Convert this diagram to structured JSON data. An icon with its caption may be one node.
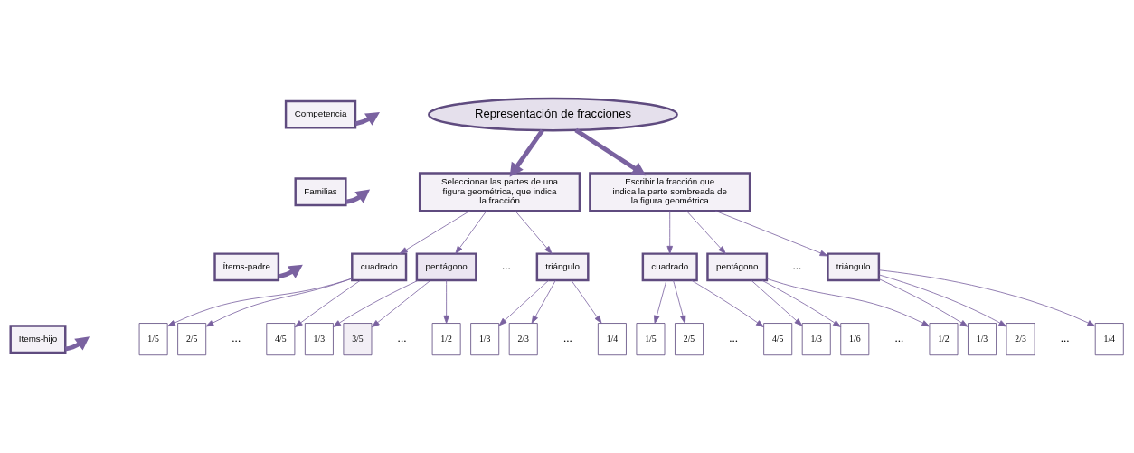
{
  "diagram": {
    "nodes": [
      {
        "text": [
          "Competencia"
        ]
      },
      {
        "text": [
          "Familias"
        ]
      },
      {
        "text": [
          "Ítems-padre"
        ]
      },
      {
        "text": [
          "Ítems-hijo"
        ]
      },
      {
        "text": [
          "Representación de fracciones"
        ]
      },
      {
        "text": [
          "Seleccionar las partes de una figura geométrica, que indica la fracción"
        ]
      },
      {
        "text": [
          "Escribir la fracción que indica la parte sombreada de la figura geométrica"
        ]
      },
      {
        "text": [
          "cuadrado"
        ]
      },
      {
        "text": [
          "pentágono"
        ]
      },
      {
        "text": [
          "triángulo"
        ]
      },
      {
        "text": [
          "cuadrado"
        ]
      },
      {
        "text": [
          "pentágono"
        ]
      },
      {
        "text": [
          "triángulo"
        ]
      },
      {
        "text": [
          "1/5"
        ]
      },
      {
        "text": [
          "2/5"
        ]
      },
      {
        "text": [
          "4/5"
        ]
      },
      {
        "text": [
          "1/3"
        ]
      },
      {
        "text": [
          "3/5"
        ]
      },
      {
        "text": [
          "1/2"
        ]
      },
      {
        "text": [
          "1/3"
        ]
      },
      {
        "text": [
          "2/3"
        ]
      },
      {
        "text": [
          "1/4"
        ]
      },
      {
        "text": [
          "1/5"
        ]
      },
      {
        "text": [
          "2/5"
        ]
      },
      {
        "text": [
          "4/5"
        ]
      },
      {
        "text": [
          "1/3"
        ]
      },
      {
        "text": [
          "1/6"
        ]
      },
      {
        "text": [
          "1/2"
        ]
      },
      {
        "text": [
          "1/3"
        ]
      },
      {
        "text": [
          "2/3"
        ]
      },
      {
        "text": [
          "1/4"
        ]
      }
    ],
    "edges": [
      {
        "from": 0,
        "to": null,
        "arrow": "to",
        "style": "thick"
      },
      {
        "from": 1,
        "to": null,
        "arrow": "to",
        "style": "thick"
      },
      {
        "from": 2,
        "to": null,
        "arrow": "to",
        "style": "thick"
      },
      {
        "from": 3,
        "to": null,
        "arrow": "to",
        "style": "thick"
      },
      {
        "from": 4,
        "to": 5,
        "arrow": "to",
        "style": "thick"
      },
      {
        "from": 4,
        "to": 6,
        "arrow": "to",
        "style": "thick"
      },
      {
        "from": 5,
        "to": 7,
        "arrow": "to"
      },
      {
        "from": 5,
        "to": 8,
        "arrow": "to"
      },
      {
        "from": 5,
        "to": 9,
        "arrow": "to"
      },
      {
        "from": 6,
        "to": 10,
        "arrow": "to"
      },
      {
        "from": 6,
        "to": 11,
        "arrow": "to"
      },
      {
        "from": 6,
        "to": 12,
        "arrow": "to"
      },
      {
        "from": 7,
        "to": 13,
        "arrow": "to"
      },
      {
        "from": 7,
        "to": 14,
        "arrow": "to"
      },
      {
        "from": 7,
        "to": 15,
        "arrow": "to"
      },
      {
        "from": 8,
        "to": 16,
        "arrow": "to"
      },
      {
        "from": 8,
        "to": 17,
        "arrow": "to"
      },
      {
        "from": 8,
        "to": 18,
        "arrow": "to"
      },
      {
        "from": 9,
        "to": 19,
        "arrow": "to"
      },
      {
        "from": 9,
        "to": 20,
        "arrow": "to"
      },
      {
        "from": 9,
        "to": 21,
        "arrow": "to"
      },
      {
        "from": 10,
        "to": 22,
        "arrow": "to"
      },
      {
        "from": 10,
        "to": 23,
        "arrow": "to"
      },
      {
        "from": 10,
        "to": 24,
        "arrow": "to"
      },
      {
        "from": 11,
        "to": 25,
        "arrow": "to"
      },
      {
        "from": 11,
        "to": 26,
        "arrow": "to"
      },
      {
        "from": 11,
        "to": 27,
        "arrow": "to"
      },
      {
        "from": 12,
        "to": 28,
        "arrow": "to"
      },
      {
        "from": 12,
        "to": 29,
        "arrow": "to"
      },
      {
        "from": 12,
        "to": 30,
        "arrow": "to"
      }
    ],
    "labels": [
      "...",
      "...",
      "...",
      "...",
      "...",
      "...",
      "...",
      "..."
    ]
  }
}
